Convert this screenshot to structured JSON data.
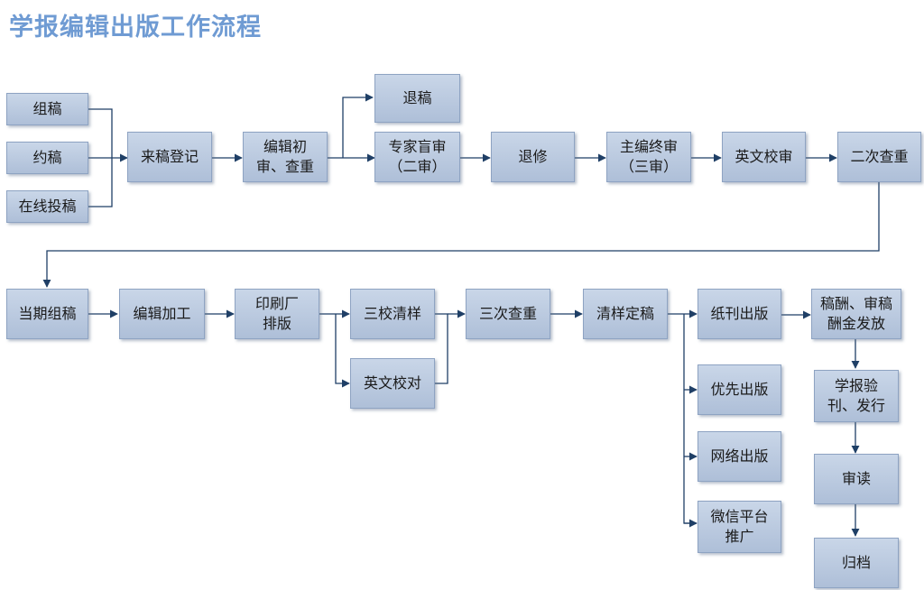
{
  "title": "学报编辑出版工作流程",
  "nodes": {
    "zugao": "组稿",
    "yuegao": "约稿",
    "zaixian_tougao": "在线投稿",
    "laigao_dengji": "来稿登记",
    "bianji_chushen": "编辑初\n审、查重",
    "tuigao": "退稿",
    "zhuanjia_mangshen": "专家盲审\n（二审）",
    "tuixiu": "退修",
    "zhubian_zhongshen": "主编终审\n（三审）",
    "yingwen_jiaoshen": "英文校审",
    "erci_chazhong": "二次查重",
    "dangqi_zugao": "当期组稿",
    "bianji_jiagong": "编辑加工",
    "yinshuachang_paiban": "印刷厂\n排版",
    "sanjiao_qingyang": "三校清样",
    "yingwen_jiaodui": "英文校对",
    "sanci_chazhong": "三次查重",
    "qingyang_dinggao": "清样定稿",
    "zhikan_chuban": "纸刊出版",
    "youxian_chuban": "优先出版",
    "wangluo_chuban": "网络出版",
    "weixin_tuiguang": "微信平台\n推广",
    "gaochou_fafang": "稿酬、审稿\n酬金发放",
    "xuebao_yankan": "学报验\n刊、发行",
    "shendu": "审读",
    "guidang": "归档"
  },
  "colors": {
    "title": "#6f9bd3",
    "box_fill": "#b9c9e0",
    "box_border": "#8ea3c2",
    "connector": "#1f3f66"
  }
}
